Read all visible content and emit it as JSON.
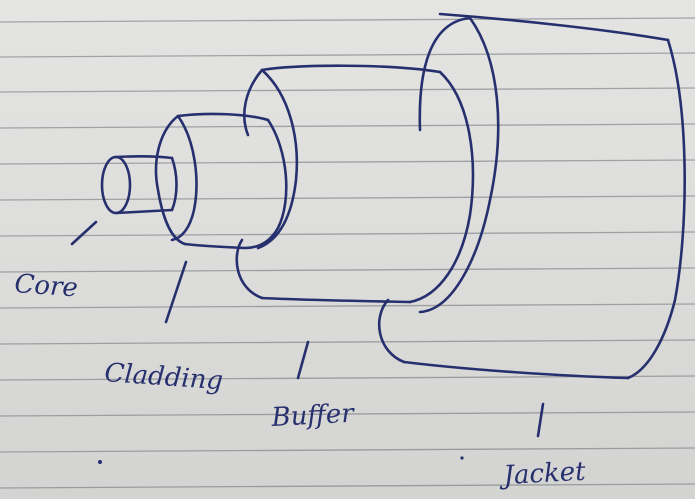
{
  "diagram": {
    "ink_color": "#27306e",
    "paper_color": "#dcdcda",
    "rule_color": "#6c6f78",
    "labels": {
      "core": "Core",
      "cladding": "Cladding",
      "buffer": "Buffer",
      "jacket": "Jacket"
    }
  }
}
